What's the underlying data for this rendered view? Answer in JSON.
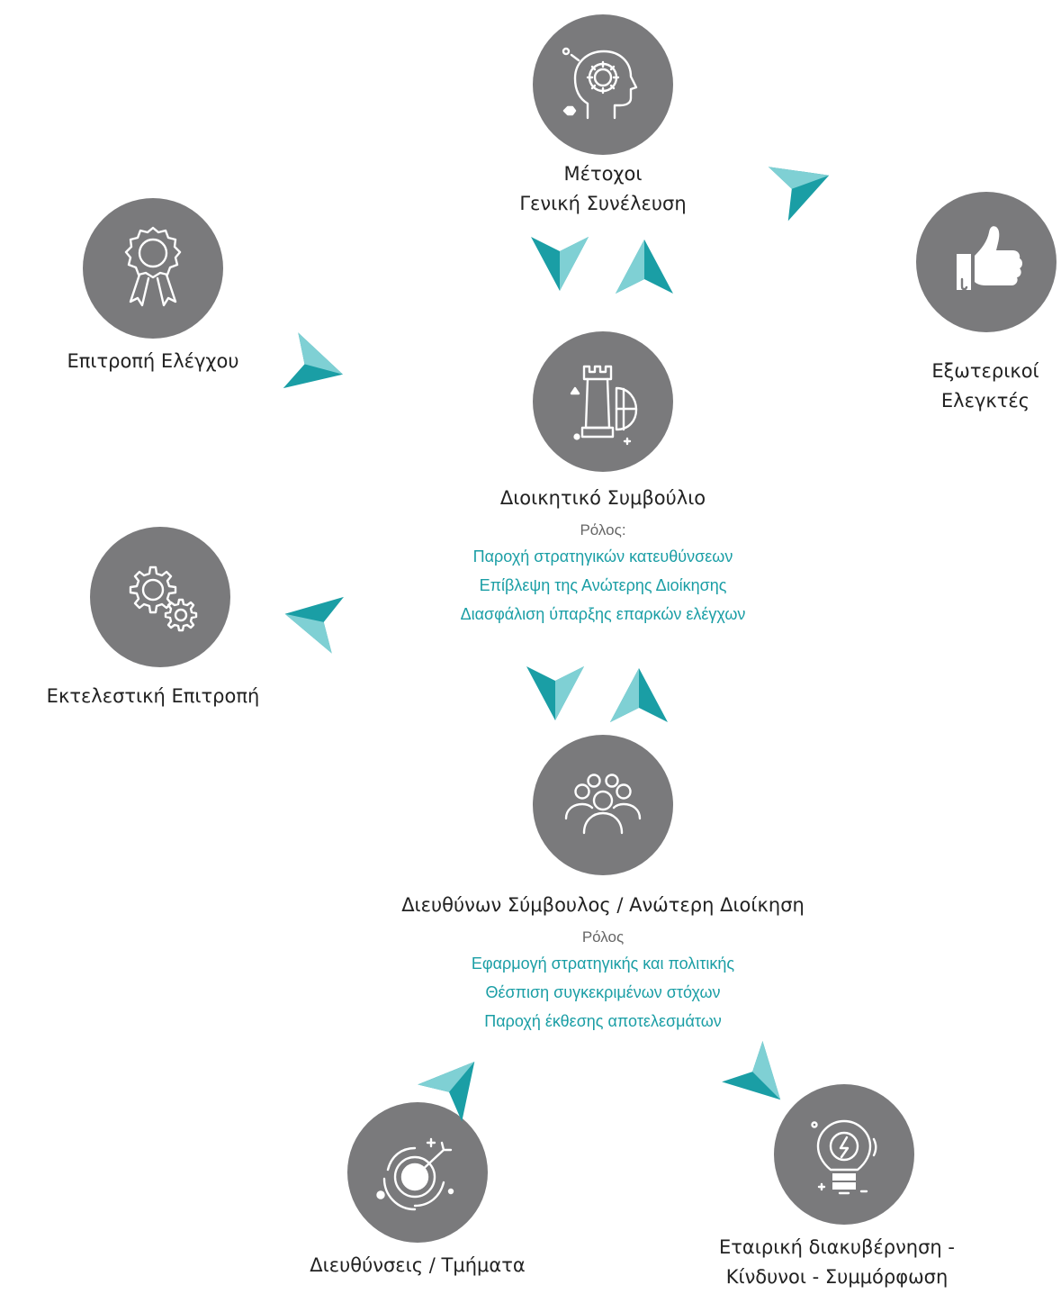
{
  "nodes": {
    "shareholders": {
      "line1": "Μέτοχοι",
      "line2": "Γενική Συνέλευση",
      "icon": "head-gear-icon"
    },
    "audit_committee": {
      "label": "Επιτροπή Ελέγχου",
      "icon": "award-ribbon-icon"
    },
    "external_auditors": {
      "line1": "Εξωτερικοί",
      "line2": "Ελεγκτές",
      "icon": "thumbs-up-icon"
    },
    "board": {
      "title": "Διοικητικό Συμβούλιο",
      "role_label": "Ρόλος:",
      "roles": [
        "Παροχή στρατηγικών κατευθύνσεων",
        "Επίβλεψη της Ανώτερης Διοίκησης",
        "Διασφάλιση ύπαρξης επαρκών ελέγχων"
      ],
      "icon": "chess-rook-chart-icon"
    },
    "executive_committee": {
      "label": "Εκτελεστική Επιτροπή",
      "icon": "gears-icon"
    },
    "ceo": {
      "title": "Διευθύνων Σύμβουλος / Ανώτερη Διοίκηση",
      "role_label": "Ρόλος",
      "roles": [
        "Εφαρμογή στρατηγικής και πολιτικής",
        "Θέσπιση συγκεκριμένων στόχων",
        "Παροχή έκθεσης αποτελεσμάτων"
      ],
      "icon": "team-people-icon"
    },
    "departments": {
      "label": "Διευθύνσεις / Τμήματα",
      "icon": "target-icon"
    },
    "governance": {
      "line1": "Εταιρική διακυβέρνηση -",
      "line2": "Κίνδυνοι - Συμμόρφωση",
      "icon": "lightbulb-icon"
    }
  },
  "colors": {
    "circle": "#7a7a7c",
    "accent": "#1a9ea5",
    "accent_light": "#7fd0d4"
  }
}
